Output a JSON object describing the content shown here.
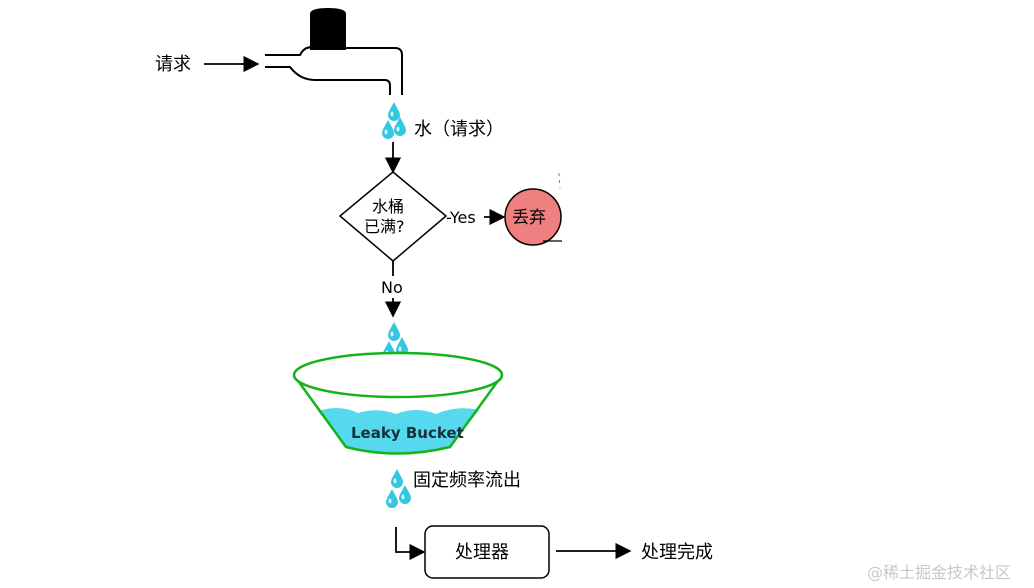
{
  "labels": {
    "request": "请求",
    "water": "水（请求）",
    "bucket_full": [
      "水桶",
      "已满?"
    ],
    "yes": "-Yes",
    "discard": "丢弃",
    "no": "No",
    "leaky_bucket": "Leaky Bucket",
    "fixed_rate": "固定频率流出",
    "processor": "处理器",
    "done": "处理完成"
  },
  "watermark": "@稀土掘金技术社区",
  "colors": {
    "stroke": "#000000",
    "drop": "#35c6e0",
    "drop_highlight": "#d8f6fb",
    "bucket_rim": "#16b21a",
    "bucket_water": "#56d8ee",
    "discard_fill": "#f08080",
    "discard_mark": "#ff4d4d",
    "watermark": "#c8c8c8"
  }
}
